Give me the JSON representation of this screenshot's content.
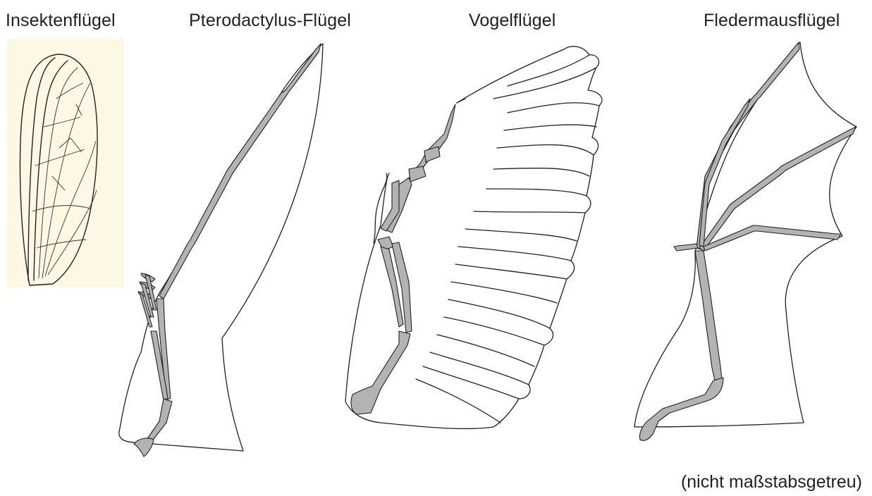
{
  "labels": {
    "insect": "Insektenflügel",
    "pterodactylus": "Pterodactylus-Flügel",
    "bird": "Vogelflügel",
    "bat": "Fledermausflügel"
  },
  "note": "(nicht maßstabsgetreu)",
  "colors": {
    "text": "#231f20",
    "bone_fill": "#b3b3b3",
    "insect_background": "#fdf8e4",
    "outline": "#231f20"
  }
}
